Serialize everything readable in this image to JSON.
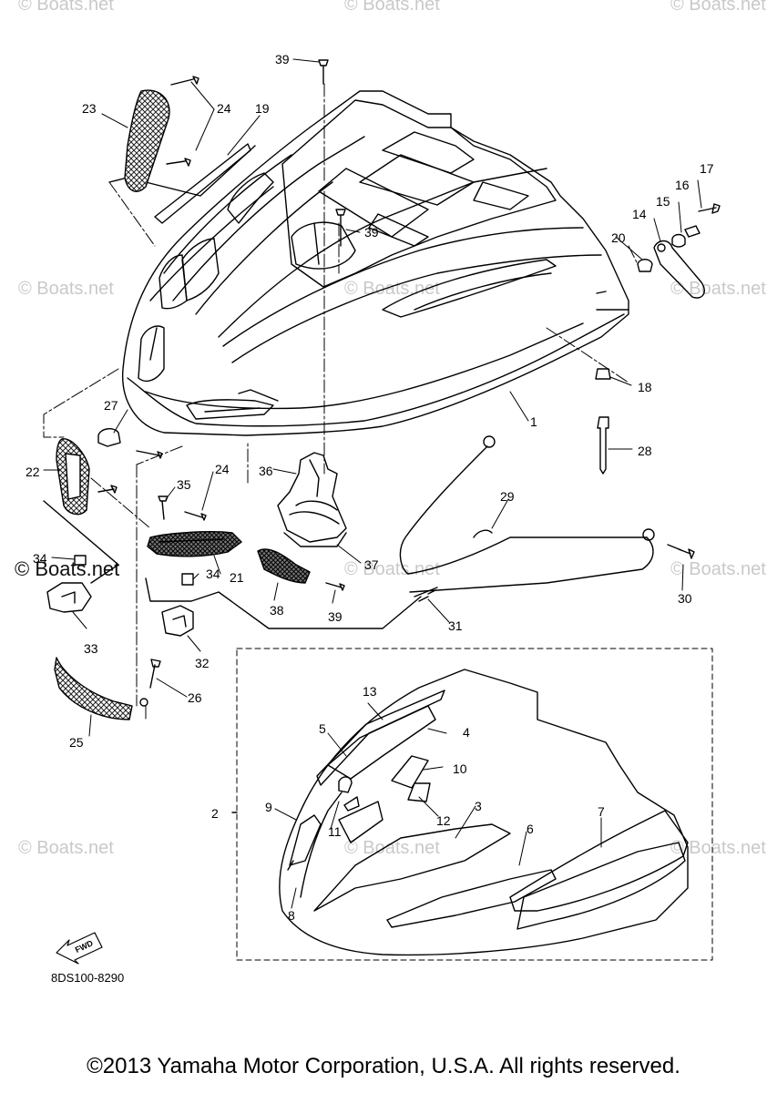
{
  "watermark": "© Boats.net",
  "watermark_dark": "© Boats.net",
  "diagram_code": "8DS100-8290",
  "fwd_label": "FWD",
  "copyright": "©2013 Yamaha Motor Corporation, U.S.A. All rights reserved.",
  "callouts": {
    "c1": "1",
    "c2": "2",
    "c3": "3",
    "c4": "4",
    "c5": "5",
    "c6": "6",
    "c7": "7",
    "c8": "8",
    "c9": "9",
    "c10": "10",
    "c11": "11",
    "c12": "12",
    "c13": "13",
    "c14": "14",
    "c15": "15",
    "c16": "16",
    "c17": "17",
    "c18": "18",
    "c19": "19",
    "c20": "20",
    "c21": "21",
    "c22": "22",
    "c23": "23",
    "c24a": "24",
    "c24b": "24",
    "c25": "25",
    "c26": "26",
    "c27": "27",
    "c28": "28",
    "c29": "29",
    "c30": "30",
    "c31": "31",
    "c32": "32",
    "c33": "33",
    "c34a": "34",
    "c34b": "34",
    "c35": "35",
    "c36": "36",
    "c37": "37",
    "c38": "38",
    "c39a": "39",
    "c39b": "39",
    "c39c": "39"
  }
}
